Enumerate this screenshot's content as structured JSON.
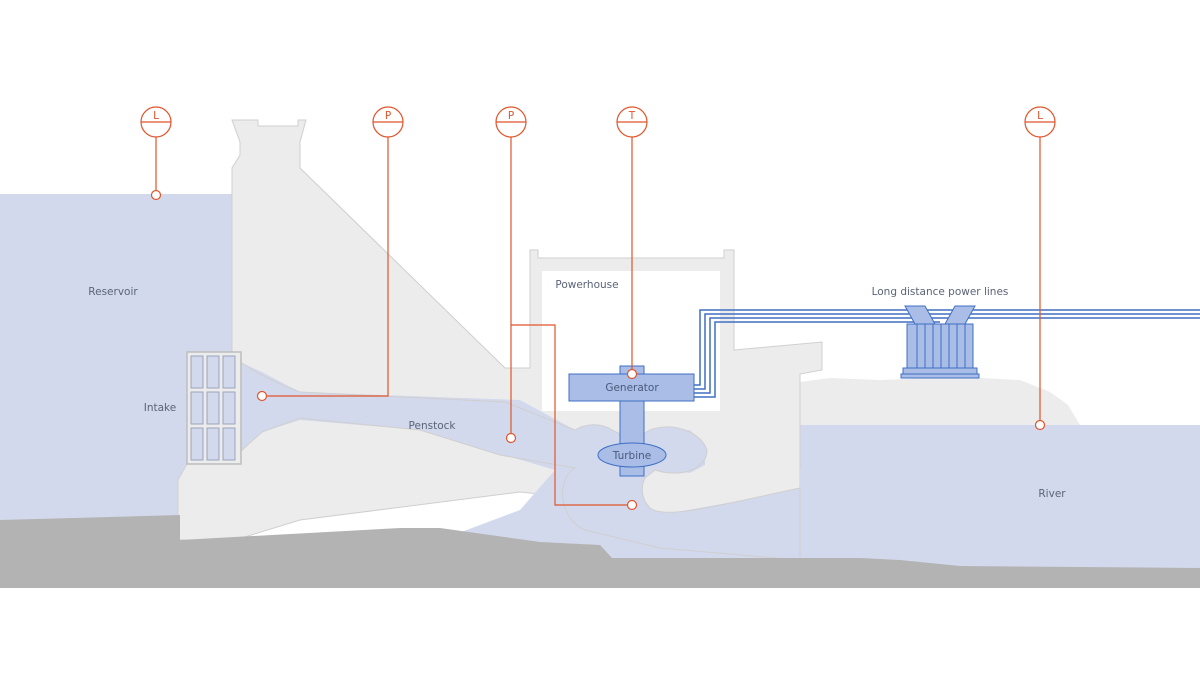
{
  "labels": {
    "reservoir": "Reservoir",
    "intake": "Intake",
    "penstock": "Penstock",
    "powerhouse": "Powerhouse",
    "generator": "Generator",
    "turbine": "Turbine",
    "power_lines": "Long distance power lines",
    "river": "River"
  },
  "sensors": [
    {
      "id": "level-reservoir",
      "letter": "L"
    },
    {
      "id": "pressure-intake",
      "letter": "P"
    },
    {
      "id": "pressure-penstock",
      "letter": "P"
    },
    {
      "id": "temperature-generator",
      "letter": "T"
    },
    {
      "id": "level-river",
      "letter": "L"
    }
  ],
  "colors": {
    "water": "#d3d9ec",
    "concrete": "#ececec",
    "concrete_edge": "#cfcfcf",
    "ground": "#b3b3b3",
    "equipment": "#a9bde6",
    "equipment_edge": "#3f6fc4",
    "sensor": "#e0552c"
  }
}
